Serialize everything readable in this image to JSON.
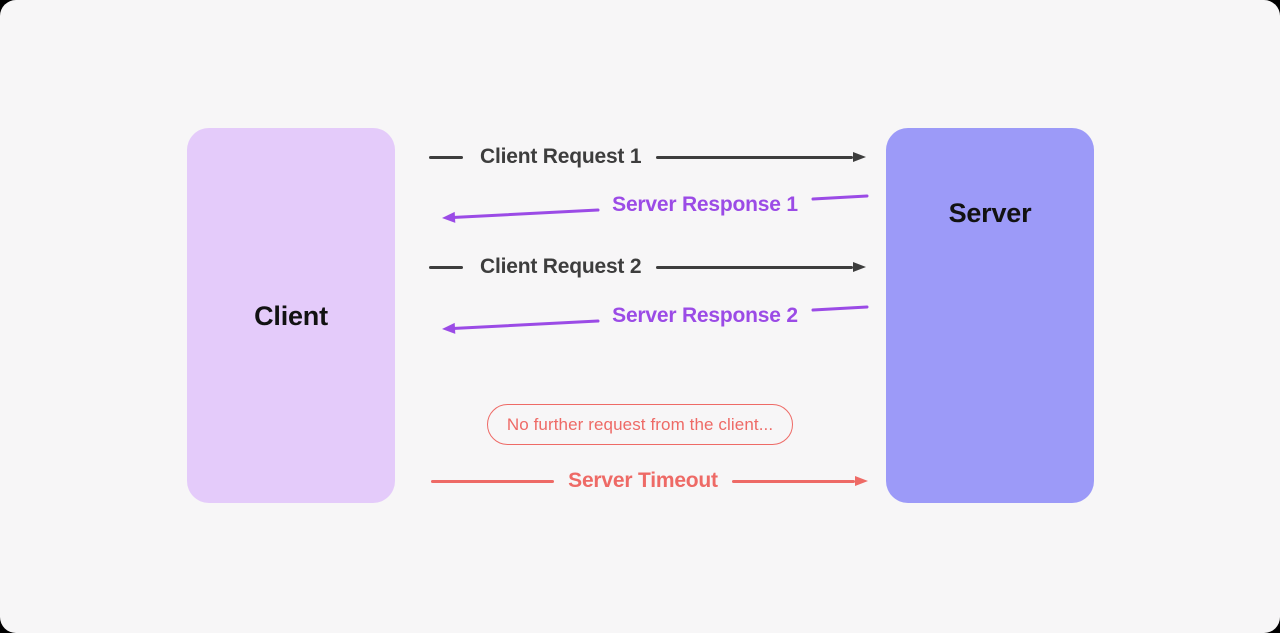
{
  "diagram": {
    "nodes": {
      "client": {
        "label": "Client"
      },
      "server": {
        "label": "Server"
      }
    },
    "messages": {
      "request1": {
        "label": "Client Request 1",
        "direction": "client-to-server"
      },
      "response1": {
        "label": "Server Response 1",
        "direction": "server-to-client"
      },
      "request2": {
        "label": "Client Request 2",
        "direction": "client-to-server"
      },
      "response2": {
        "label": "Server Response 2",
        "direction": "server-to-client"
      },
      "timeout": {
        "label": "Server Timeout",
        "direction": "client-to-server"
      }
    },
    "note": {
      "label": "No further request from the client..."
    },
    "colors": {
      "canvas_bg": "#F7F6F7",
      "client_node_fill": "#E4CBFA",
      "server_node_fill": "#9C9AF8",
      "request_arrow": "#3D3D3D",
      "response_arrow": "#9B4BE6",
      "timeout_arrow": "#EE6A66",
      "node_label_text": "#121212"
    }
  }
}
